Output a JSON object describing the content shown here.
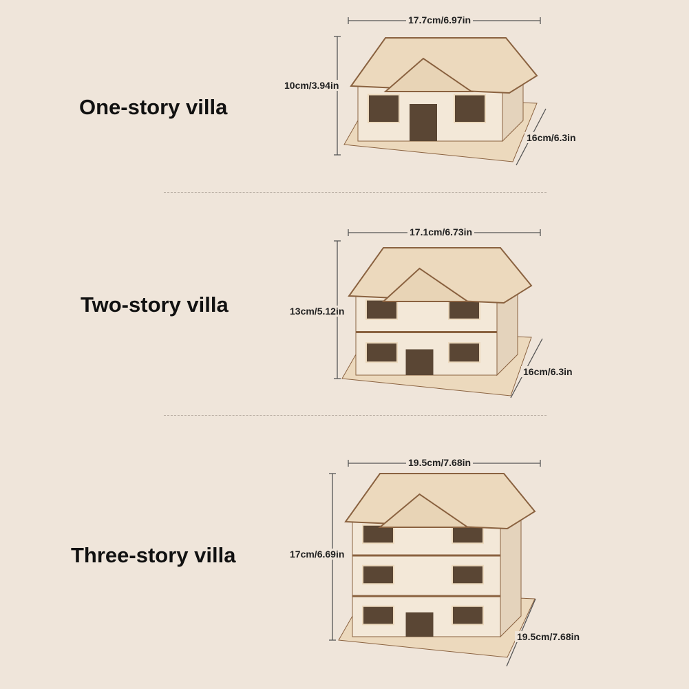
{
  "models": [
    {
      "name": "One-story villa",
      "width": "17.7cm/6.97in",
      "height": "10cm/3.94in",
      "depth": "16cm/6.3in",
      "stories": 1
    },
    {
      "name": "Two-story villa",
      "width": "17.1cm/6.73in",
      "height": "13cm/5.12in",
      "depth": "16cm/6.3in",
      "stories": 2
    },
    {
      "name": "Three-story villa",
      "width": "19.5cm/7.68in",
      "height": "17cm/6.69in",
      "depth": "19.5cm/7.68in",
      "stories": 3
    }
  ],
  "colors": {
    "background": "#efe5da",
    "wood_light": "#ecd9bd",
    "wood_edge": "#8a6240",
    "wall": "#f3e8d8",
    "window": "#5a4634"
  }
}
